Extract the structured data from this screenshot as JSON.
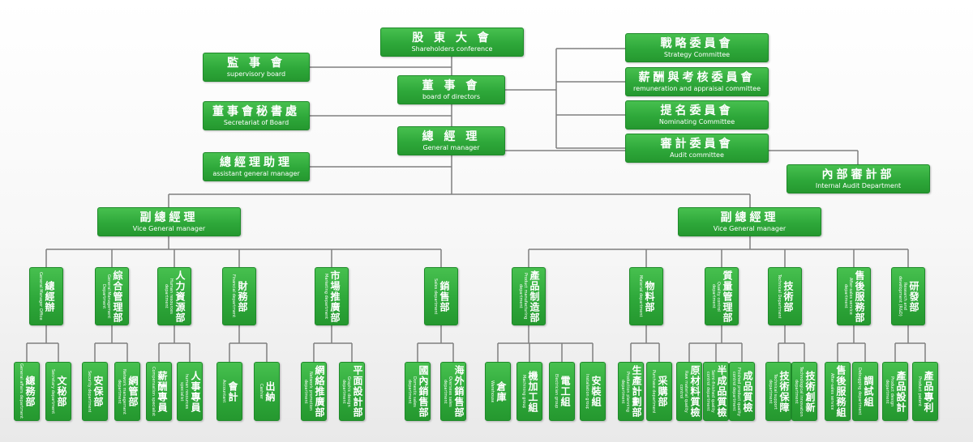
{
  "colors": {
    "box": "#2ea83a",
    "line": "#7f7f7f",
    "text": "#ffffff"
  },
  "top": {
    "shareholders": {
      "zh": "股 東 大 會",
      "en": "Shareholders conference"
    },
    "supervisory": {
      "zh": "監 事 會",
      "en": "supervisory board"
    },
    "board": {
      "zh": "董 事 會",
      "en": "board of directors"
    },
    "secretariat": {
      "zh": "董事會秘書處",
      "en": "Secretariat of Board"
    },
    "gm": {
      "zh": "總 經 理",
      "en": "General manager"
    },
    "assistant_gm": {
      "zh": "總經理助理",
      "en": "assistant general manager"
    },
    "strategy": {
      "zh": "戰略委員會",
      "en": "Strategy Committee"
    },
    "remuneration": {
      "zh": "薪酬與考核委員會",
      "en": "remuneration and appraisal committee"
    },
    "nominating": {
      "zh": "提名委員會",
      "en": "Nominating Committee"
    },
    "audit": {
      "zh": "審計委員會",
      "en": "Audit committee"
    },
    "internal_audit": {
      "zh": "內部審計部",
      "en": "Internal Audit Department"
    },
    "vgm_left": {
      "zh": "副總經理",
      "en": "Vice General manager"
    },
    "vgm_right": {
      "zh": "副總經理",
      "en": "Vice General manager"
    }
  },
  "departments": [
    {
      "zh": "總經辦",
      "en": "General Manager Office",
      "subs": [
        {
          "zh": "總務部",
          "en": "General affairs department"
        },
        {
          "zh": "文秘部",
          "en": "Secretary department"
        }
      ]
    },
    {
      "zh": "綜合管理部",
      "en": "General Management Department",
      "subs": [
        {
          "zh": "安保部",
          "en": "Security department"
        },
        {
          "zh": "網管部",
          "en": "Network management department"
        }
      ]
    },
    {
      "zh": "人力資源部",
      "en": "Human resources department",
      "subs": [
        {
          "zh": "薪酬專員",
          "en": "Compensation specialist"
        },
        {
          "zh": "人事專員",
          "en": "human resources specialist"
        }
      ]
    },
    {
      "zh": "財務部",
      "en": "Financial department",
      "subs": [
        {
          "zh": "會計",
          "en": "Accountant"
        },
        {
          "zh": "出納",
          "en": "Cashier"
        }
      ]
    },
    {
      "zh": "市場推廣部",
      "en": "Marketing department",
      "subs": [
        {
          "zh": "網絡推廣部",
          "en": "Network promotion department"
        },
        {
          "zh": "平面設計部",
          "en": "Graphic design department"
        }
      ]
    },
    {
      "zh": "銷售部",
      "en": "Sales department",
      "subs": [
        {
          "zh": "國內銷售部",
          "en": "Domestic sales department"
        },
        {
          "zh": "海外銷售部",
          "en": "Overseas sales department"
        }
      ]
    },
    {
      "zh": "產品制造部",
      "en": "Product manufacturing department",
      "subs": [
        {
          "zh": "倉庫",
          "en": "Warehouse"
        },
        {
          "zh": "機加工組",
          "en": "Machining group"
        },
        {
          "zh": "電工組",
          "en": "Electrician group"
        },
        {
          "zh": "安裝組",
          "en": "Installation group"
        }
      ]
    },
    {
      "zh": "物料部",
      "en": "Material department",
      "subs": [
        {
          "zh": "生產計劃部",
          "en": "Production planning department"
        },
        {
          "zh": "采購部",
          "en": "Purchase department"
        }
      ]
    },
    {
      "zh": "質量管理部",
      "en": "Quality control department",
      "subs": [
        {
          "zh": "原材料質檢",
          "en": "Raw material quality control"
        },
        {
          "zh": "半成品質檢",
          "en": "Semi-finished quality control department"
        },
        {
          "zh": "成品質檢",
          "en": "Finished product quality control department"
        }
      ]
    },
    {
      "zh": "技術部",
      "en": "Technical Department",
      "subs": [
        {
          "zh": "技術保障",
          "en": "Technical support department"
        },
        {
          "zh": "技術創新",
          "en": "Technological innovation department"
        }
      ]
    },
    {
      "zh": "售後服務部",
      "en": "After-sales service department",
      "subs": [
        {
          "zh": "售後服務組",
          "en": "After-sales service"
        },
        {
          "zh": "調試組",
          "en": "Debugging department"
        }
      ]
    },
    {
      "zh": "研發部",
      "en": "Research and development (R&D)",
      "subs": [
        {
          "zh": "產品設計",
          "en": "Product design department"
        },
        {
          "zh": "產品專利",
          "en": "Product patent"
        }
      ]
    }
  ]
}
